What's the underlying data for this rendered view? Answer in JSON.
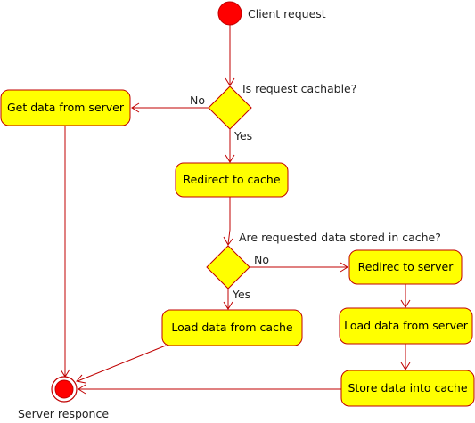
{
  "diagram": {
    "start": {
      "label": "Client request"
    },
    "end": {
      "label": "Server responce"
    },
    "decisions": {
      "cachable": {
        "question": "Is request cachable?",
        "no": "No",
        "yes": "Yes"
      },
      "stored": {
        "question": "Are requested data stored in cache?",
        "no": "No",
        "yes": "Yes"
      }
    },
    "actions": {
      "get_from_server": "Get data from server",
      "redirect_to_cache": "Redirect to cache",
      "redirect_to_server": "Redirec to server",
      "load_from_cache": "Load data from cache",
      "load_from_server": "Load data from server",
      "store_into_cache": "Store data into cache"
    },
    "colors": {
      "fill": "#ffff00",
      "stroke": "#c00000",
      "start_node": "#ff0000"
    }
  }
}
